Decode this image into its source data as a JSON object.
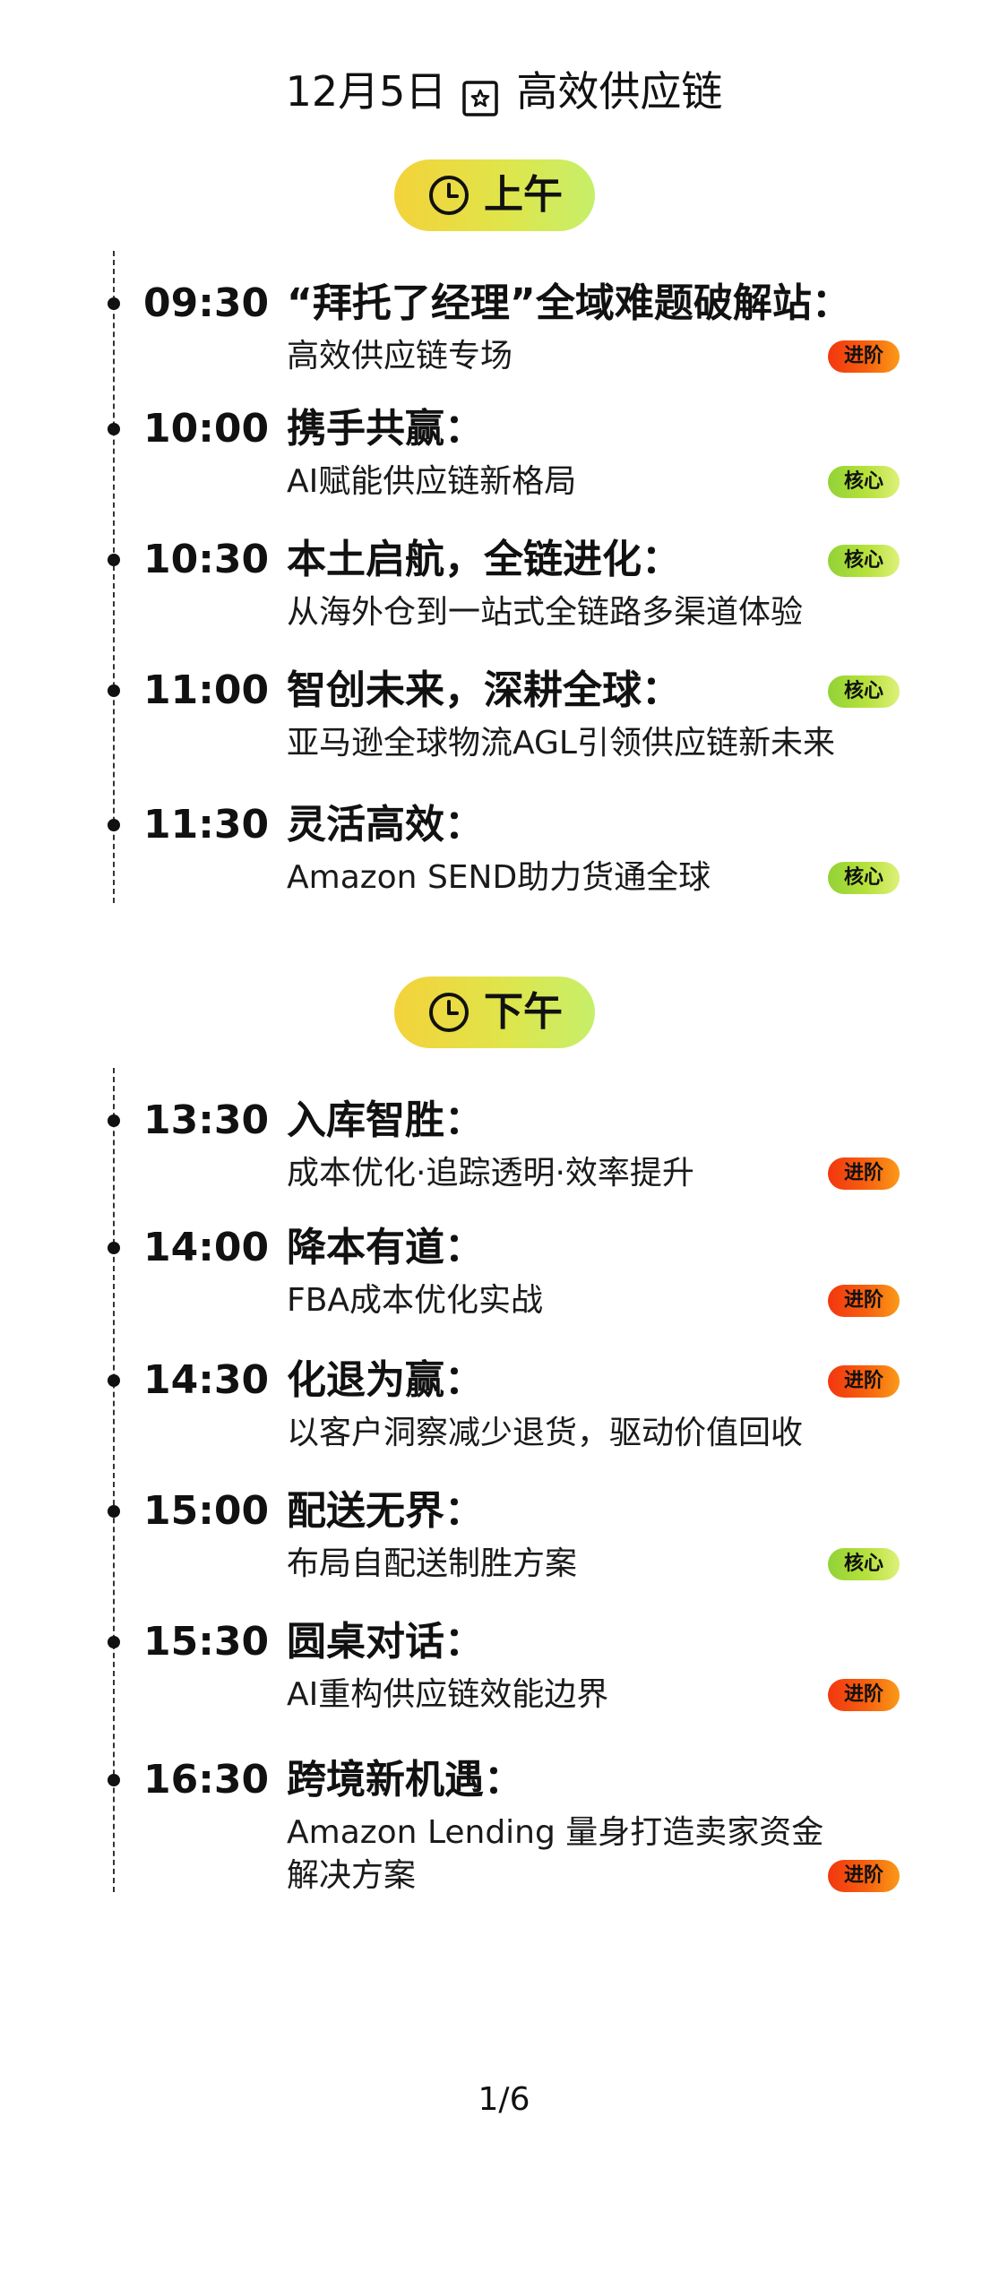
{
  "header": {
    "date": "12月5日",
    "title": "高效供应链",
    "icon": "seal-icon"
  },
  "morning": {
    "label": "上午",
    "icon": "clock-icon",
    "items": [
      {
        "time": "09:30",
        "title": "“拜托了经理”全域难题破解站：",
        "subtitle": "高效供应链专场",
        "tag": "进阶",
        "tag_type": "advanced"
      },
      {
        "time": "10:00",
        "title": "携手共赢：",
        "subtitle": "AI赋能供应链新格局",
        "tag": "核心",
        "tag_type": "core"
      },
      {
        "time": "10:30",
        "title": "本土启航，全链进化：",
        "subtitle": "从海外仓到一站式全链路多渠道体验",
        "tag": "核心",
        "tag_type": "core"
      },
      {
        "time": "11:00",
        "title": "智创未来，深耕全球：",
        "subtitle": "亚马逊全球物流AGL引领供应链新未来",
        "tag": "核心",
        "tag_type": "core"
      },
      {
        "time": "11:30",
        "title": "灵活高效：",
        "subtitle": "Amazon SEND助力货通全球",
        "tag": "核心",
        "tag_type": "core"
      }
    ]
  },
  "afternoon": {
    "label": "下午",
    "icon": "clock-icon",
    "items": [
      {
        "time": "13:30",
        "title": "入库智胜：",
        "subtitle": "成本优化·追踪透明·效率提升",
        "tag": "进阶",
        "tag_type": "advanced"
      },
      {
        "time": "14:00",
        "title": "降本有道：",
        "subtitle": "FBA成本优化实战",
        "tag": "进阶",
        "tag_type": "advanced"
      },
      {
        "time": "14:30",
        "title": "化退为赢：",
        "subtitle": "以客户洞察减少退货，驱动价值回收",
        "tag": "进阶",
        "tag_type": "advanced"
      },
      {
        "time": "15:00",
        "title": "配送无界：",
        "subtitle": "布局自配送制胜方案",
        "tag": "核心",
        "tag_type": "core"
      },
      {
        "time": "15:30",
        "title": "圆桌对话：",
        "subtitle": "AI重构供应链效能边界",
        "tag": "进阶",
        "tag_type": "advanced"
      },
      {
        "time": "16:30",
        "title": "跨境新机遇：",
        "subtitle": "Amazon Lending 量身打造卖家资金",
        "subtitle2": "解决方案",
        "tag": "进阶",
        "tag_type": "advanced"
      }
    ]
  },
  "footer": {
    "page": "1/6"
  },
  "colors": {
    "pill_gradient": [
      "#f4d23a",
      "#c6ef6a"
    ],
    "advanced_badge": [
      "#f2360f",
      "#fa9a18"
    ],
    "core_badge": [
      "#92d236",
      "#def07a"
    ]
  }
}
